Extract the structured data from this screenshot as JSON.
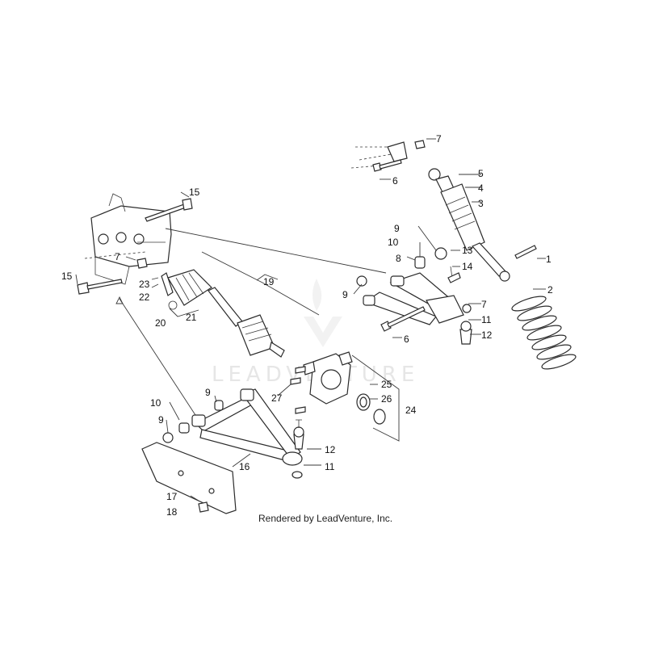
{
  "watermark": {
    "text": "LEADVENTURE",
    "colors": {
      "mark": "#e6e6e6"
    }
  },
  "footer": {
    "text": "Rendered by LeadVenture, Inc."
  },
  "callouts": {
    "c1": "1",
    "c2": "2",
    "c3": "3",
    "c4": "4",
    "c5": "5",
    "c6a": "6",
    "c6b": "6",
    "c7a": "7",
    "c7b": "7",
    "c7c": "7",
    "c8": "8",
    "c9a": "9",
    "c9b": "9",
    "c9c": "9",
    "c9d": "9",
    "c10a": "10",
    "c10b": "10",
    "c11a": "11",
    "c11b": "11",
    "c12a": "12",
    "c12b": "12",
    "c13": "13",
    "c14": "14",
    "c15a": "15",
    "c15b": "15",
    "c16": "16",
    "c17": "17",
    "c18": "18",
    "c19": "19",
    "c20": "20",
    "c21": "21",
    "c22": "22",
    "c23": "23",
    "c24": "24",
    "c25": "25",
    "c26": "26",
    "c27": "27"
  }
}
